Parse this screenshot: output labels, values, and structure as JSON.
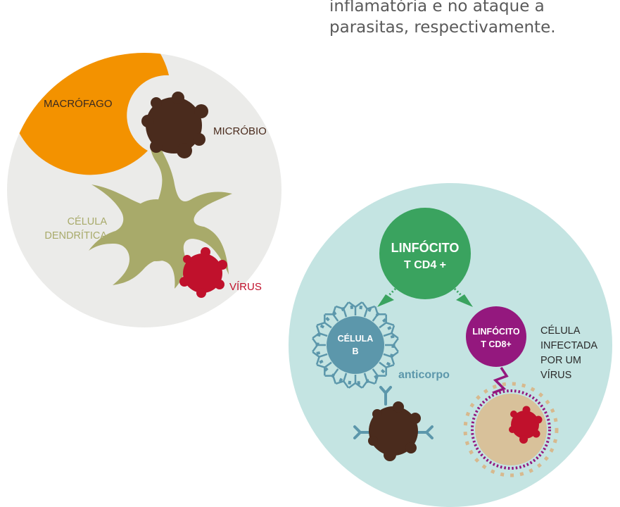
{
  "caption_lines": [
    "inflamatória e no ataque a",
    "parasitas, respectivamente."
  ],
  "innate_panel": {
    "macrophage_label": "MACRÓFAGO",
    "microbe_label": "MICRÓBIO",
    "dendritic_label_line1": "CÉLULA",
    "dendritic_label_line2": "DENDRÍTICA",
    "virus_label": "VÍRUS"
  },
  "adaptive_panel": {
    "cd4_line1": "LINFÓCITO",
    "cd4_line2": "T CD4 +",
    "bcell_line1": "CÉLULA",
    "bcell_line2": "B",
    "cd8_line1": "LINFÓCITO",
    "cd8_line2": "T CD8+",
    "antibody_label": "anticorpo",
    "infected_line1": "CÉLULA",
    "infected_line2": "INFECTADA",
    "infected_line3": "POR UM",
    "infected_line4": "VÍRUS"
  },
  "colors": {
    "innate_bg": "#ebebe9",
    "adaptive_bg": "#c4e4e2",
    "macrophage": "#f39200",
    "microbe": "#4a2b1d",
    "dendritic": "#a8aa6a",
    "virus": "#c0112c",
    "cd4": "#3aa35f",
    "bcell": "#5c97ab",
    "cd8": "#94187e",
    "infected_cell": "#d8c19a",
    "infected_border": "#94187e",
    "dash_ring": "#d7b98e"
  }
}
